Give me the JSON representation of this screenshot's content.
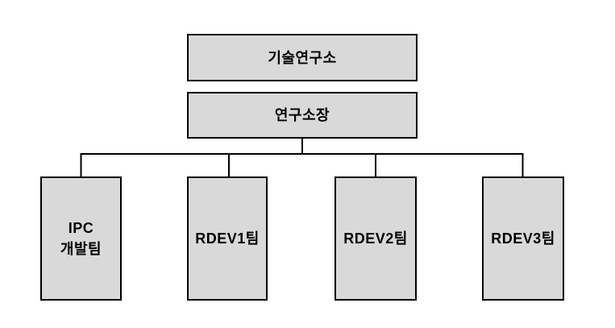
{
  "org_chart": {
    "type": "organization-chart",
    "root": {
      "label": "기술연구소"
    },
    "director": {
      "label": "연구소장"
    },
    "teams": [
      {
        "lines": [
          "IPC",
          "개발팀"
        ]
      },
      {
        "lines": [
          "RDEV1팀"
        ]
      },
      {
        "lines": [
          "RDEV2팀"
        ]
      },
      {
        "lines": [
          "RDEV3팀"
        ]
      }
    ],
    "colors": {
      "background": "#ffffff",
      "box_fill": "#d9d9d9",
      "box_border": "#000000",
      "connector": "#000000",
      "text": "#000000"
    }
  }
}
